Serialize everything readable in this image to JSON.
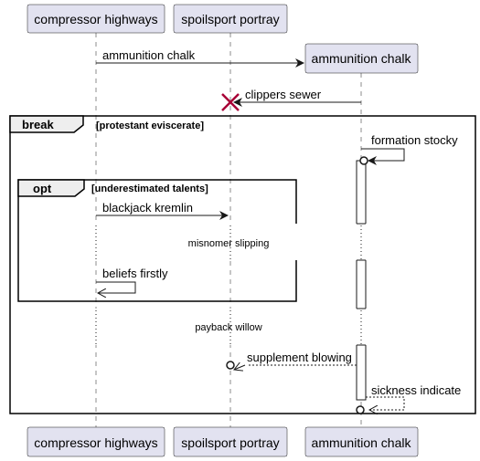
{
  "participants": [
    {
      "id": "ch",
      "label": "compressor highways"
    },
    {
      "id": "sp",
      "label": "spoilsport portray"
    },
    {
      "id": "am",
      "label": "ammunition chalk"
    }
  ],
  "messages": [
    {
      "from": "compressor highways",
      "to": "ammunition chalk",
      "label": "ammunition chalk",
      "kind": "create"
    },
    {
      "from": "ammunition chalk",
      "to": "spoilsport portray",
      "label": "clippers sewer",
      "kind": "destroy"
    },
    {
      "from": "ammunition chalk",
      "to": "ammunition chalk",
      "label": "formation stocky",
      "kind": "self-lost"
    },
    {
      "from": "compressor highways",
      "to": "spoilsport portray",
      "label": "blackjack kremlin",
      "kind": "sync"
    },
    {
      "from": "compressor highways",
      "to": "compressor highways",
      "label": "beliefs firstly",
      "kind": "self"
    },
    {
      "from": "ammunition chalk",
      "to": "spoilsport portray",
      "label": "supplement blowing",
      "kind": "return-lost"
    },
    {
      "from": "ammunition chalk",
      "to": "ammunition chalk",
      "label": "sickness indicate",
      "kind": "self-return-lost"
    }
  ],
  "dividers": [
    "misnomer slipping",
    "payback willow"
  ],
  "fragments": {
    "break": {
      "keyword": "break",
      "condition": "[protestant eviscerate]"
    },
    "opt": {
      "keyword": "opt",
      "condition": "[underestimated talents]"
    }
  },
  "colors": {
    "participant_fill": "#e2e2f0",
    "line": "#181818",
    "destroy_mark": "#a80036",
    "frame_tab": "#eeeeee"
  }
}
